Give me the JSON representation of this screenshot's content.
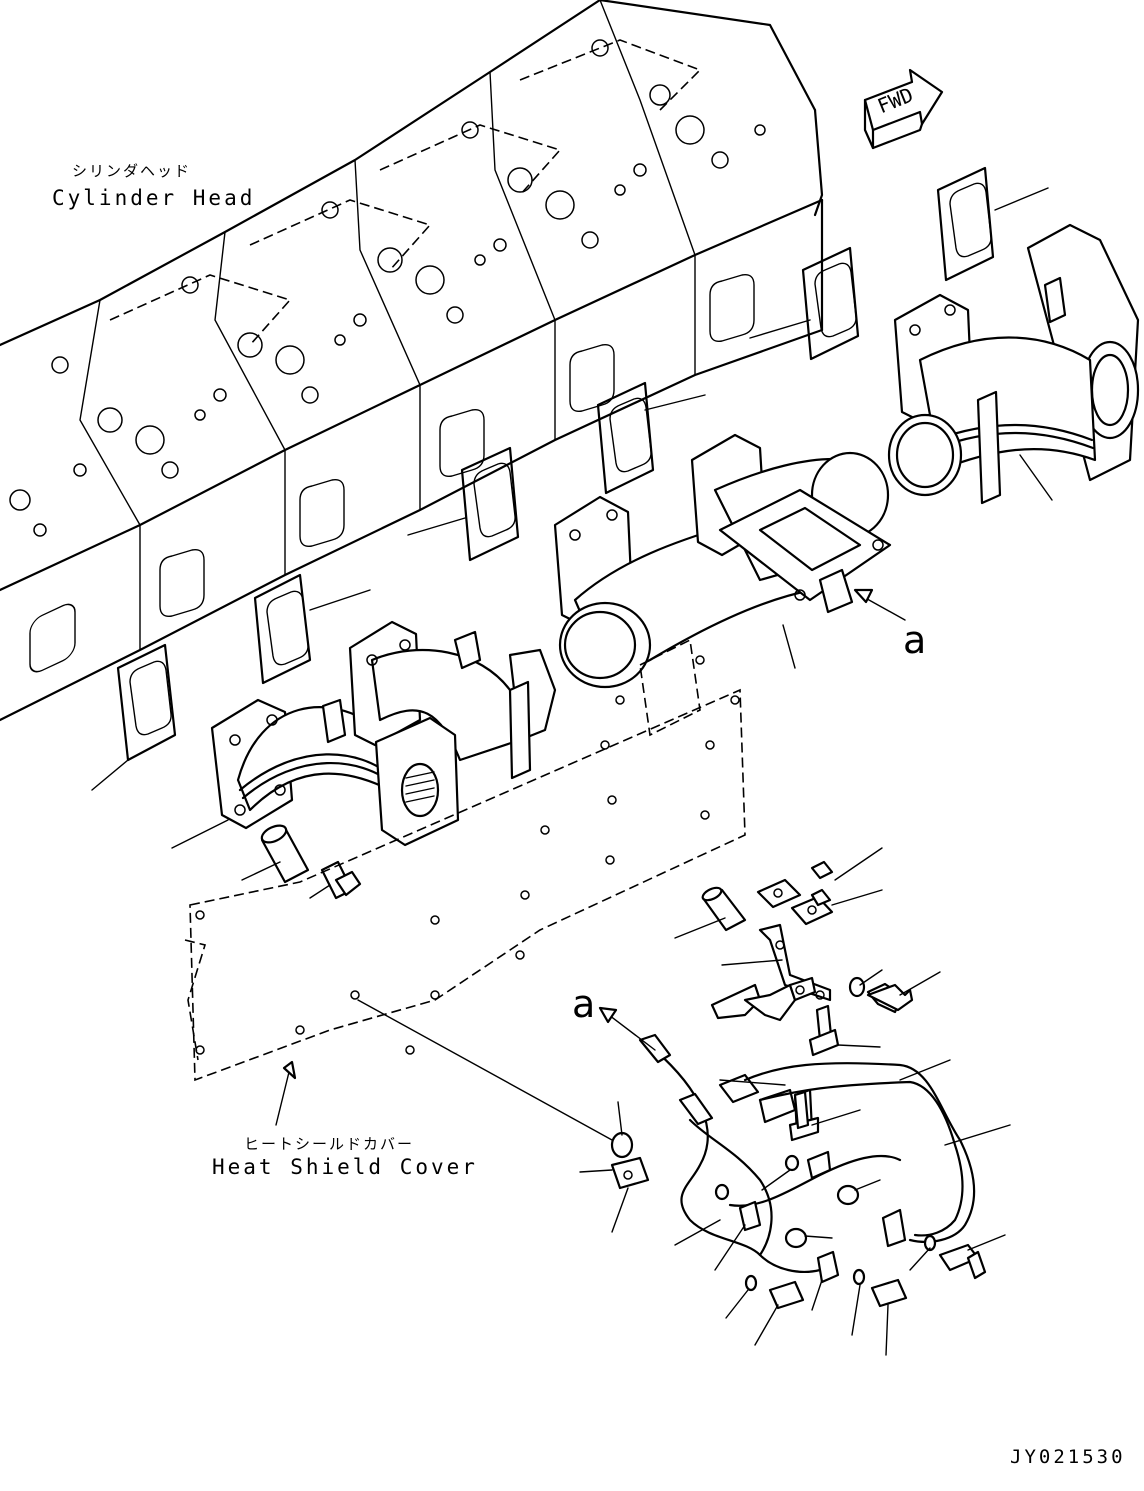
{
  "labels": {
    "cylinder_head_jp": "シリンダヘッド",
    "cylinder_head_en": "Cylinder Head",
    "heat_shield_jp": "ヒートシールドカバー",
    "heat_shield_en": "Heat Shield Cover",
    "fwd": "FWD",
    "callout_upper": "a",
    "callout_lower": "a",
    "drawing_code": "JY021530"
  },
  "colors": {
    "ink": "#000000",
    "paper": "#ffffff"
  }
}
